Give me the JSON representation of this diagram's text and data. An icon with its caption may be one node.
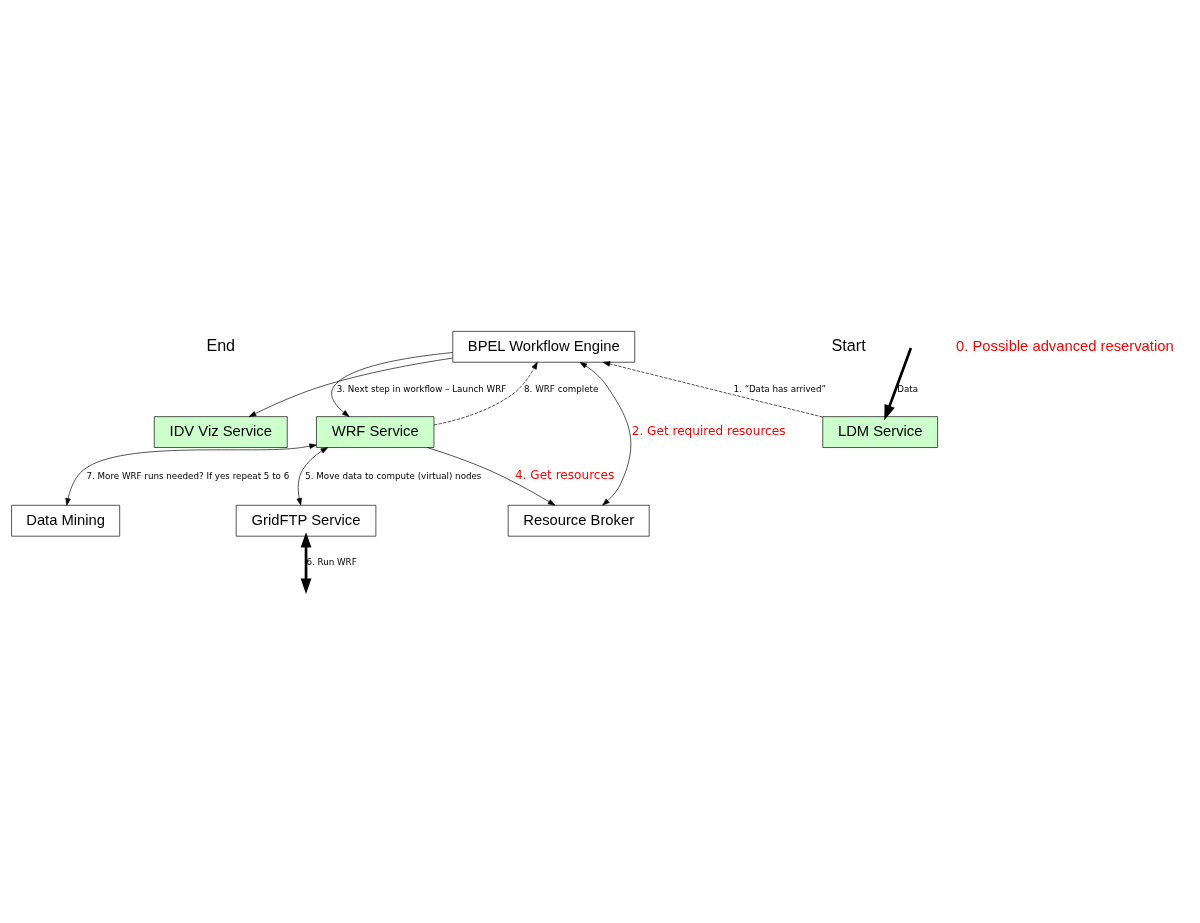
{
  "diagram": {
    "nodes": [
      {
        "text": [
          "BPEL Workflow Engine"
        ]
      },
      {
        "text": [
          "IDV Viz Service"
        ]
      },
      {
        "text": [
          "WRF Service"
        ]
      },
      {
        "text": [
          "LDM Service"
        ]
      },
      {
        "text": [
          "Data Mining"
        ]
      },
      {
        "text": [
          "GridFTP Service"
        ]
      },
      {
        "text": [
          "Resource Broker"
        ]
      }
    ],
    "edges": [
      {
        "from": 3,
        "to": 0,
        "arrow": "to",
        "style": "dashed",
        "label": "1. “Data has arrived”"
      },
      {
        "from": 0,
        "to": 6,
        "arrow": "both",
        "label": "2. Get required resources"
      },
      {
        "from": 0,
        "to": 2,
        "arrow": "to",
        "label": "3. Next step in workflow – Launch WRF"
      },
      {
        "from": 2,
        "to": 6,
        "arrow": "to",
        "label": "4. Get resources"
      },
      {
        "from": 2,
        "to": 5,
        "arrow": "both",
        "label": "5. Move data to compute (virtual) nodes"
      },
      {
        "from": 5,
        "to": null,
        "arrow": "both",
        "style": "thick",
        "label": "6. Run WRF"
      },
      {
        "from": 2,
        "to": 4,
        "arrow": "both",
        "label": "7. More WRF runs needed? If yes repeat 5 to 6"
      },
      {
        "from": 2,
        "to": 0,
        "arrow": "to",
        "style": "dashed",
        "label": "8. WRF complete"
      },
      {
        "from": 0,
        "to": 1,
        "arrow": "to"
      },
      {
        "from": null,
        "to": 3,
        "arrow": "to",
        "style": "thick",
        "label": "Data"
      }
    ],
    "labels": [
      "0. Possible advanced reservation",
      "End",
      "Start"
    ]
  }
}
